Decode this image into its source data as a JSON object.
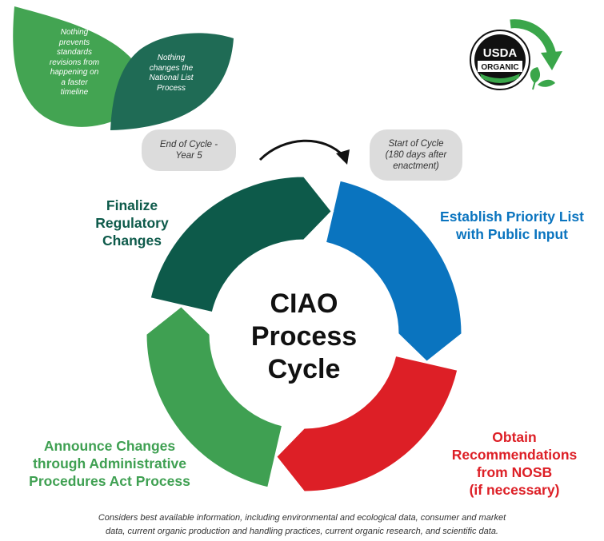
{
  "colors": {
    "blue": "#0a74bf",
    "red": "#dd1f26",
    "light_green": "#3fa052",
    "dark_green": "#0d5a4a",
    "leaf_light": "#43a452",
    "leaf_dark": "#1f6b55",
    "pill_gray": "#dcdcdc",
    "usda_arrow": "#3aa64a"
  },
  "leaves": {
    "left_text": [
      "Nothing",
      "prevents",
      "standards",
      "revisions from",
      "happening on",
      "a faster",
      "timeline"
    ],
    "right_text": [
      "Nothing",
      "changes the",
      "National List",
      "Process"
    ]
  },
  "pills": {
    "end_of_cycle": [
      "End of Cycle -",
      "Year 5"
    ],
    "start_of_cycle": [
      "Start of Cycle",
      "(180 days after",
      "enactment)"
    ]
  },
  "segments": {
    "finalize": [
      "Finalize",
      "Regulatory",
      "Changes"
    ],
    "establish": [
      "Establish Priority List",
      "with Public Input"
    ],
    "obtain": [
      "Obtain",
      "Recommendations",
      "from NOSB",
      "(if necessary)"
    ],
    "announce": [
      "Announce Changes",
      "through Administrative",
      "Procedures Act Process"
    ]
  },
  "center": [
    "CIAO",
    "Process",
    "Cycle"
  ],
  "usda_logo": {
    "line1": "USDA",
    "line2": "ORGANIC"
  },
  "footnote": [
    "Considers best available information, including environmental and ecological data, consumer and market",
    "data, current organic production and handling practices, current organic research, and scientific data."
  ]
}
